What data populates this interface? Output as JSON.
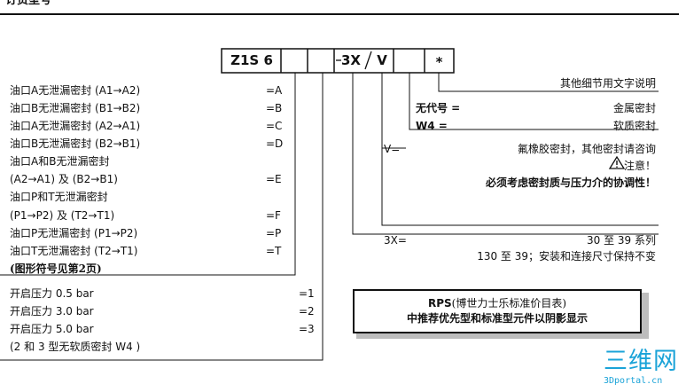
{
  "header": {
    "title": "订货型号"
  },
  "code": {
    "c1": "Z1S 6",
    "c5": "3X",
    "c6": "V",
    "c8": "*"
  },
  "options": [
    {
      "label": "油口A无泄漏密封 (A1→A2)",
      "code": "=A"
    },
    {
      "label": "油口B无泄漏密封 (B1→B2)",
      "code": "=B"
    },
    {
      "label": "油口A无泄漏密封 (A2→A1)",
      "code": "=C"
    },
    {
      "label": "油口B无泄漏密封 (B2→B1)",
      "code": "=D"
    },
    {
      "label": "油口A和B无泄漏密封",
      "code": ""
    },
    {
      "label": "(A2→A1) 及 (B2→B1)",
      "code": "=E"
    },
    {
      "label": "油口P和T无泄漏密封",
      "code": ""
    },
    {
      "label": "(P1→P2) 及 (T2→T1)",
      "code": "=F"
    },
    {
      "label": "油口P无泄漏密封 (P1→P2)",
      "code": "=P"
    },
    {
      "label": "油口T无泄漏密封 (T2→T1)",
      "code": "=T"
    }
  ],
  "symbol_note": "(图形符号见第2页)",
  "pressure": [
    {
      "label": "开启压力 0.5 bar",
      "code": "=1"
    },
    {
      "label": "开启压力 3.0 bar",
      "code": "=2"
    },
    {
      "label": "开启压力 5.0 bar",
      "code": "=3"
    }
  ],
  "pressure_note": "(2 和 3 型无软质密封 W4 )",
  "right": {
    "other_details": "其他细节用文字说明",
    "no_code": "无代号 =",
    "metal_seal": "金属密封",
    "w4": "W4 =",
    "soft_seal": "软质密封",
    "v_eq": "V=",
    "fkm": "氟橡胶密封，其他密封请咨询",
    "attention": "注意！",
    "compat": "必须考虑密封质与压力介的协调性！",
    "x3_eq": "3X=",
    "series": "30 至 39 系列",
    "series_note": "130 至 39；安装和连接尺寸保持不变"
  },
  "rps": {
    "brand": "RPS",
    "line1_rest": "(博世力士乐标准价目表)",
    "line2": "中推荐优先型和标准型元件以阴影显示"
  },
  "watermark": {
    "mark": "三维网",
    "url": "3Dportal.cn"
  }
}
